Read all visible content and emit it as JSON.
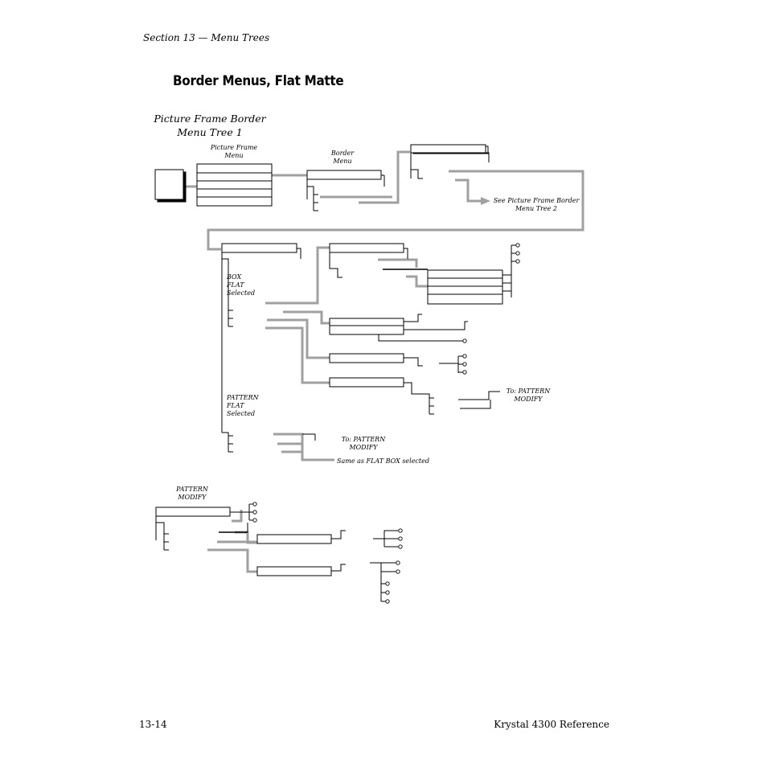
{
  "header": {
    "section": "Section 13 — Menu Trees"
  },
  "page_title": "Border Menus, Flat Matte",
  "diagram_title": "Picture Frame Border\nMenu Tree 1",
  "labels": {
    "picture_frame_menu": "Picture Frame\nMenu",
    "border_menu": "Border\nMenu",
    "see_tree_2": "See Picture Frame Border\nMenu Tree 2",
    "box_flat_selected": "BOX\nFLAT\nSelected",
    "pattern_flat_selected": "PATTERN\nFLAT\nSelected",
    "to_pattern_modify_right": "To: PATTERN\nMODIFY",
    "to_pattern_modify_left": "To: PATTERN\nMODIFY",
    "same_as_flat_box": "Same as FLAT BOX selected",
    "pattern_modify": "PATTERN\nMODIFY"
  },
  "footer": {
    "page_number": "13-14",
    "manual": "Krystal 4300 Reference"
  },
  "colors": {
    "connector_gray": "#a0a0a0",
    "line_black": "#000000"
  }
}
